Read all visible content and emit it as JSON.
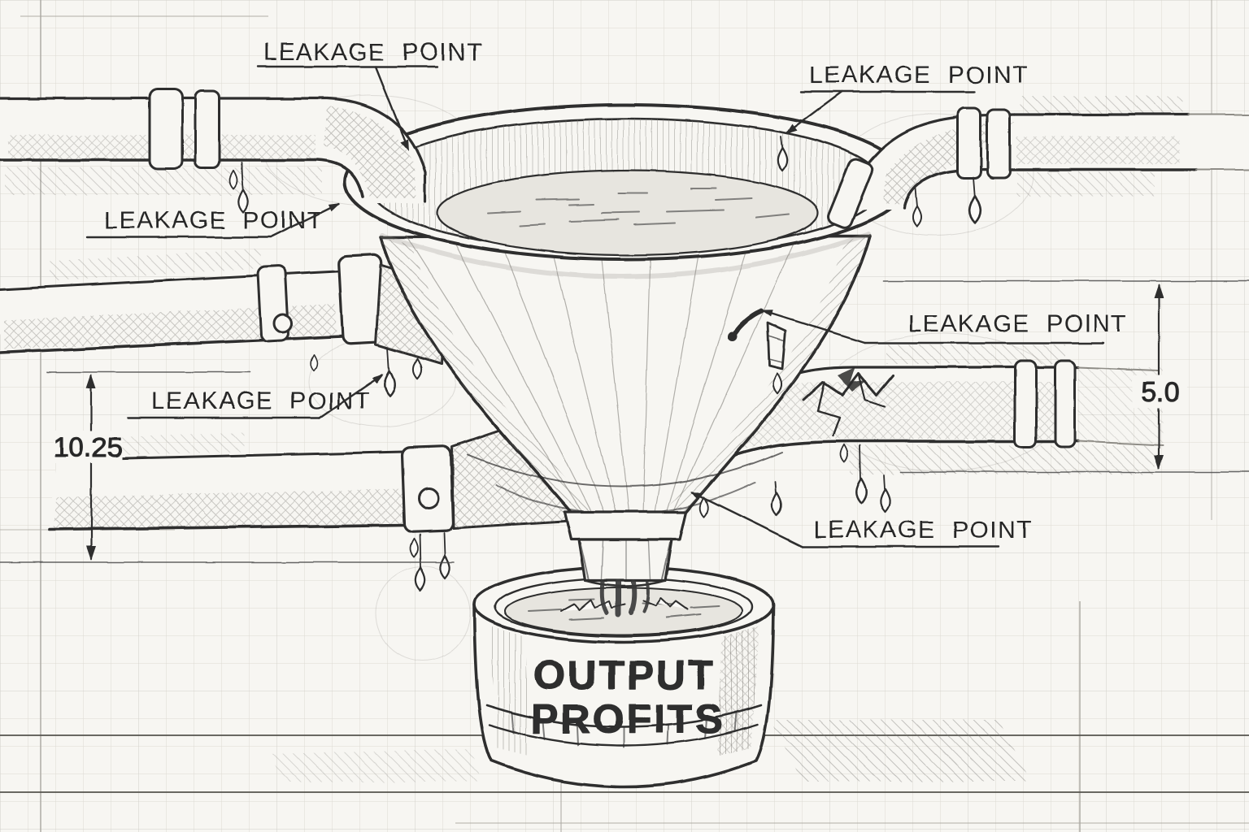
{
  "diagram": {
    "type": "pencil-technical-sketch",
    "subject": "funnel fed by leaking pipes draining into a container of output profits",
    "callouts": [
      {
        "id": "leakage-top-left",
        "text": "LEAKAGE POINT"
      },
      {
        "id": "leakage-top-right",
        "text": "LEAKAGE POINT"
      },
      {
        "id": "leakage-upper-left",
        "text": "LEAKAGE POINT"
      },
      {
        "id": "leakage-mid-left",
        "text": "LEAKAGE POINT"
      },
      {
        "id": "leakage-right",
        "text": "LEAKAGE POINT"
      },
      {
        "id": "leakage-bottom",
        "text": "LEAKAGE POINT"
      }
    ],
    "dimensions": {
      "left_height": "10.25",
      "right_height": "5.0"
    },
    "container": {
      "line1": "OUTPUT",
      "line2": "PROFITS"
    },
    "colors": {
      "paper": "#f7f6f2",
      "grid_minor": "#dcdad3",
      "grid_major": "#cccac3",
      "ink": "#2d2d2d",
      "pencil_shade": "#77756f",
      "liquid": "#e7e5df"
    }
  }
}
